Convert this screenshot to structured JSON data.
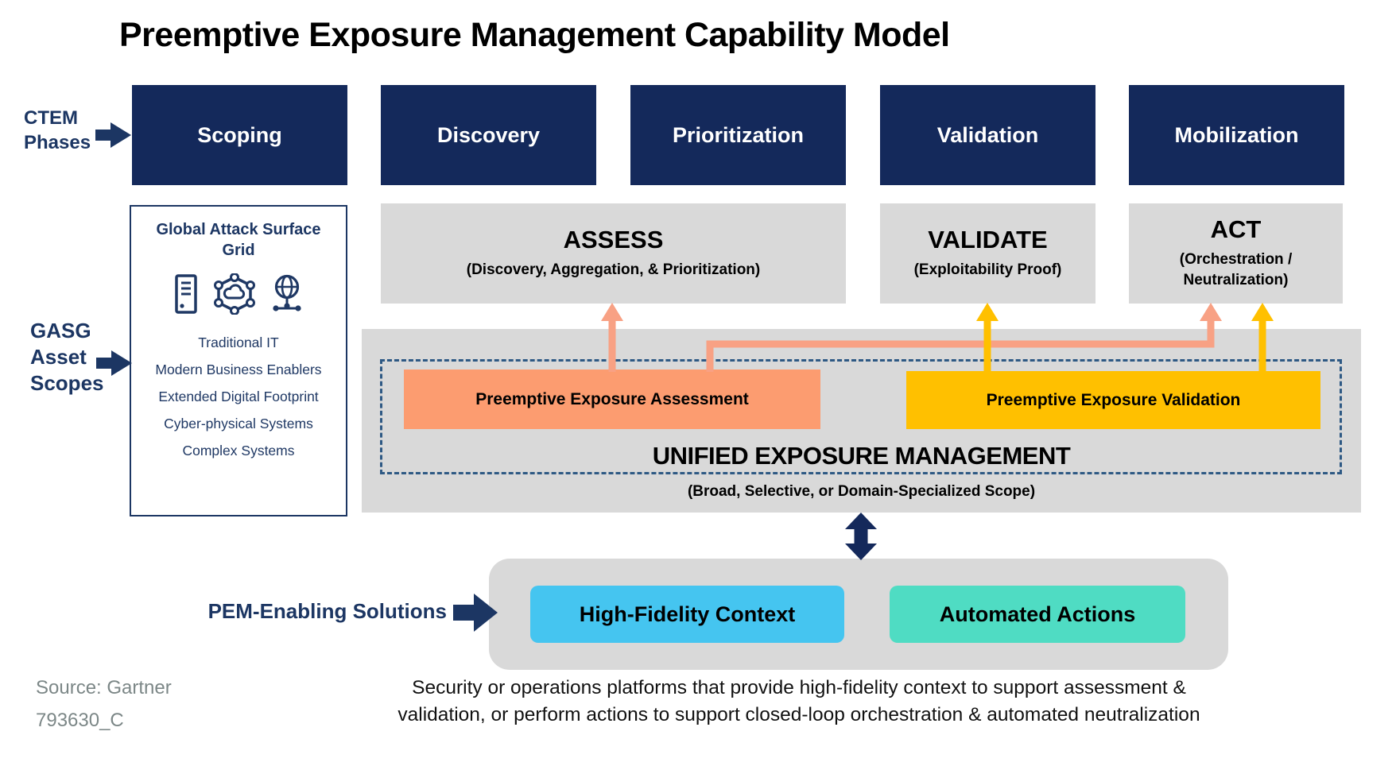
{
  "title": "Preemptive Exposure Management Capability Model",
  "ctem": {
    "label_line1": "CTEM",
    "label_line2": "Phases",
    "phases": [
      "Scoping",
      "Discovery",
      "Prioritization",
      "Validation",
      "Mobilization"
    ]
  },
  "capabilities": [
    {
      "name": "ASSESS",
      "subtitle": "(Discovery, Aggregation, & Prioritization)"
    },
    {
      "name": "VALIDATE",
      "subtitle": "(Exploitability Proof)"
    },
    {
      "name": "ACT",
      "subtitle": "(Orchestration / Neutralization)"
    }
  ],
  "gasg": {
    "label_line1": "GASG",
    "label_line2": "Asset",
    "label_line3": "Scopes",
    "box_title": "Global Attack Surface Grid",
    "icons": [
      "server-icon",
      "network-cloud-icon",
      "globe-network-icon"
    ],
    "items": [
      "Traditional IT",
      "Modern Business Enablers",
      "Extended Digital Footprint",
      "Cyber-physical Systems",
      "Complex Systems"
    ]
  },
  "uem": {
    "assessment_label": "Preemptive Exposure Assessment",
    "validation_label": "Preemptive Exposure Validation",
    "title": "UNIFIED EXPOSURE MANAGEMENT",
    "subtitle": "(Broad, Selective, or Domain-Specialized Scope)"
  },
  "pem": {
    "label": "PEM-Enabling Solutions",
    "solutions": [
      "High-Fidelity Context",
      "Automated Actions"
    ]
  },
  "caption": {
    "line1": "Security or operations platforms that provide high-fidelity context to support assessment &",
    "line2": "validation, or perform actions to support closed-loop orchestration & automated neutralization"
  },
  "footer": {
    "source": "Source: Gartner",
    "doc_id": "793630_C"
  },
  "colors": {
    "navy_box": "#14295B",
    "label_navy": "#1C3663",
    "panel_gray": "#D9D9D9",
    "salmon_box": "#FC9C70",
    "salmon_arrow": "#F8A184",
    "gold": "#FFC000",
    "blue": "#45C5F0",
    "teal": "#4FDCC3",
    "dashed_border": "#2E5984",
    "footer_gray": "#7C8787"
  }
}
